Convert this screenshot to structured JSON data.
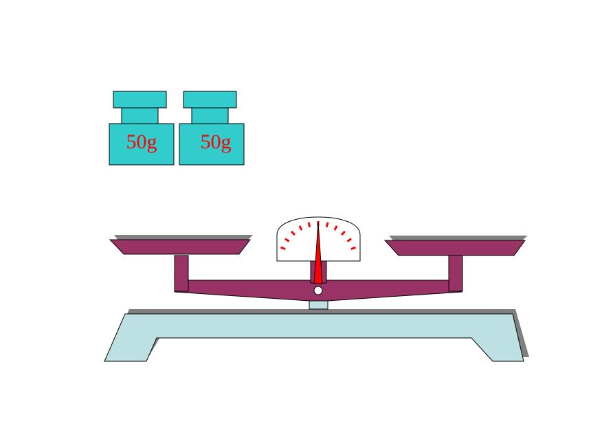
{
  "weights": [
    {
      "label": "50g"
    },
    {
      "label": "50g"
    }
  ],
  "colors": {
    "weight_fill": "#33CCCC",
    "weight_text": "#FF0000",
    "beam": "#993366",
    "base": "#BDE0E3",
    "shadow": "#808080",
    "dial_ticks": "#FF0000",
    "needle": "#FF0000",
    "outline": "#000000",
    "background": "#FFFFFF"
  },
  "scale": {
    "needle_position": "center",
    "dial_tick_count": 11
  }
}
